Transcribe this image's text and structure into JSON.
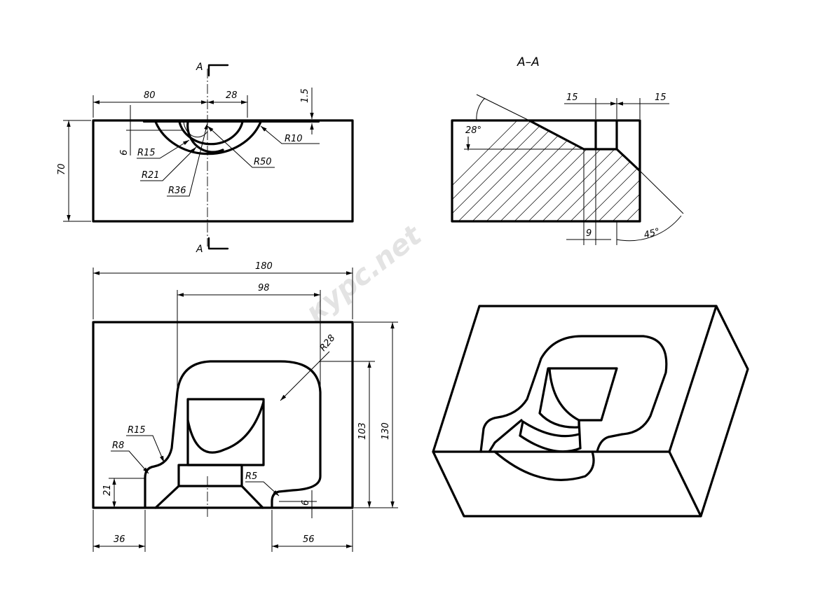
{
  "section_label": "A–A",
  "cut_mark": "A",
  "watermark": "курс.net",
  "front_view": {
    "width_label": "80",
    "offset_label": "28",
    "depth_label": "1.5",
    "height_label": "70",
    "small_label": "6",
    "r10": "R10",
    "r15": "R15",
    "r21": "R21",
    "r36": "R36",
    "r50": "R50"
  },
  "section_view": {
    "angle_label": "28°",
    "left15": "15",
    "right15": "15",
    "gap_label": "9",
    "chamfer_label": "45°"
  },
  "top_view": {
    "overall_width": "180",
    "pocket_width": "98",
    "corner_radius": "R28",
    "pocket_height": "103",
    "overall_height": "130",
    "r15": "R15",
    "r8": "R8",
    "r5": "R5",
    "left_height": "21",
    "small_height": "6",
    "left_offset": "36",
    "right_offset": "56"
  }
}
